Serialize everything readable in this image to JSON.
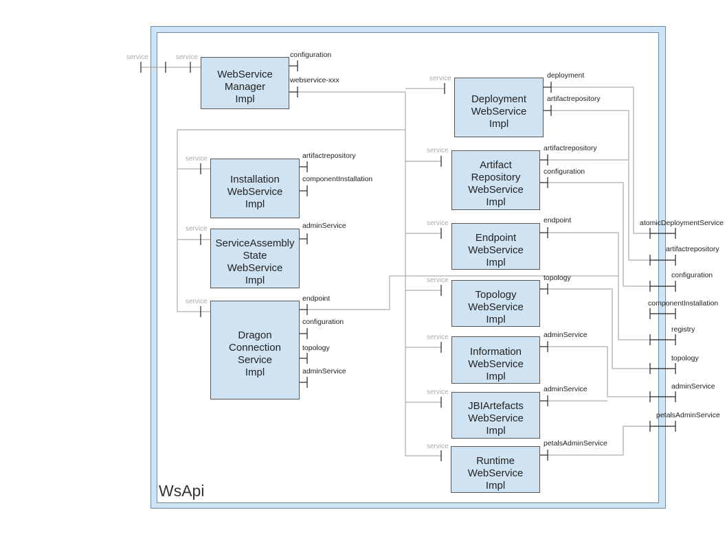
{
  "composite": {
    "name": "WsApi"
  },
  "service_word": "service",
  "external_services": [
    "service"
  ],
  "components": [
    {
      "id": "webservice-manager",
      "lines": [
        "WebService",
        "Manager",
        "Impl"
      ],
      "refs": [
        "configuration",
        "webservice-xxx"
      ]
    },
    {
      "id": "installation",
      "lines": [
        "Installation",
        "WebService",
        "Impl"
      ],
      "refs": [
        "artifactrepository",
        "componentInstallation"
      ]
    },
    {
      "id": "service-assembly-state",
      "lines": [
        "ServiceAssembly",
        "State",
        "WebService",
        "Impl"
      ],
      "refs": [
        "adminService"
      ]
    },
    {
      "id": "dragon-connection",
      "lines": [
        "Dragon",
        "Connection",
        "Service",
        "Impl"
      ],
      "refs": [
        "endpoint",
        "configuration",
        "topology",
        "adminService"
      ]
    },
    {
      "id": "deployment",
      "lines": [
        "Deployment",
        "WebService",
        "Impl"
      ],
      "refs": [
        "deployment",
        "artifactrepository"
      ]
    },
    {
      "id": "artifact-repository",
      "lines": [
        "Artifact",
        "Repository",
        "WebService",
        "Impl"
      ],
      "refs": [
        "artifactrepository",
        "configuration"
      ]
    },
    {
      "id": "endpoint",
      "lines": [
        "Endpoint",
        "WebService",
        "Impl"
      ],
      "refs": [
        "endpoint"
      ]
    },
    {
      "id": "topology",
      "lines": [
        "Topology",
        "WebService",
        "Impl"
      ],
      "refs": [
        "topology"
      ]
    },
    {
      "id": "information",
      "lines": [
        "Information",
        "WebService",
        "Impl"
      ],
      "refs": [
        "adminService"
      ]
    },
    {
      "id": "jbi-artefacts",
      "lines": [
        "JBIArtefacts",
        "WebService",
        "Impl"
      ],
      "refs": [
        "adminService"
      ]
    },
    {
      "id": "runtime",
      "lines": [
        "Runtime",
        "WebService",
        "Impl"
      ],
      "refs": [
        "petalsAdminService"
      ]
    }
  ],
  "external_references": [
    "atomicDeploymentService",
    "artifactrepository",
    "configuration",
    "componentInstallation",
    "registry",
    "topology",
    "adminService",
    "petalsAdminService"
  ]
}
